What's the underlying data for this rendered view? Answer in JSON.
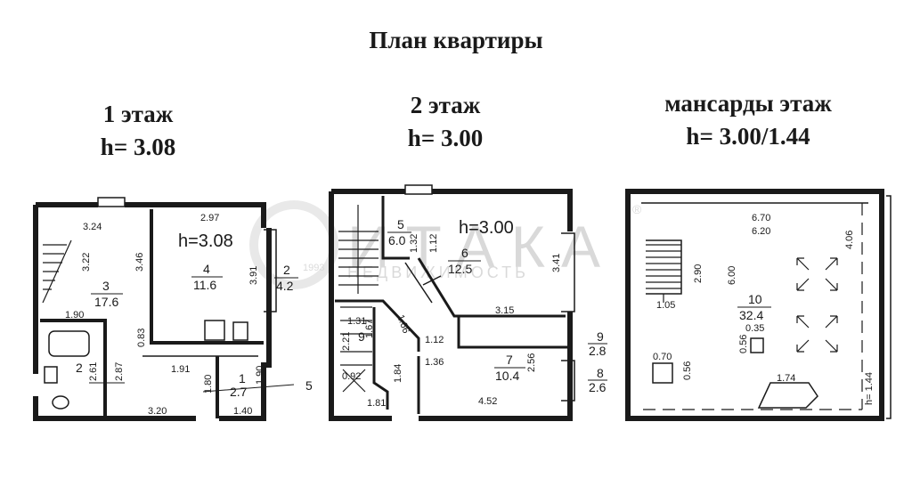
{
  "title": "План квартиры",
  "floors": [
    {
      "name": "1 этаж",
      "height": "h= 3.08",
      "ceiling": "h=3.08",
      "rooms": [
        {
          "no": "3",
          "area": "17.6"
        },
        {
          "no": "4",
          "area": "11.6"
        },
        {
          "no": "2",
          "area": "4.2"
        },
        {
          "no": "2",
          "area": ""
        },
        {
          "no": "1",
          "area": "2.7"
        }
      ],
      "dims": [
        "3.24",
        "3.22",
        "3.46",
        "2.97",
        "3.91",
        "1.90",
        "0.83",
        "1.91",
        "2.61",
        "2.87",
        "1.80",
        "1.90",
        "3.20",
        "1.40"
      ],
      "outlet": "5"
    },
    {
      "name": "2 этаж",
      "height": "h= 3.00",
      "ceiling": "h=3.00",
      "rooms": [
        {
          "no": "5",
          "area": "6.0"
        },
        {
          "no": "6",
          "area": "12.5"
        },
        {
          "no": "9",
          "area": ""
        },
        {
          "no": "7",
          "area": "10.4"
        },
        {
          "no": "9",
          "area": "2.8"
        },
        {
          "no": "8",
          "area": "2.6"
        }
      ],
      "dims": [
        "1.32",
        "1.12",
        "3.41",
        "3.15",
        "1.31",
        "1.67",
        "1.66",
        "2.21",
        "1.12",
        "1.36",
        "2.56",
        "0.92",
        "1.84",
        "1.81",
        "4.52"
      ]
    },
    {
      "name": "мансарды этаж",
      "height": "h= 3.00/1.44",
      "rooms": [
        {
          "no": "10",
          "area": "32.4"
        }
      ],
      "dims": [
        "6.70",
        "6.20",
        "4.06",
        "2.90",
        "6.00",
        "1.05",
        "0.56",
        "0.35",
        "0.70",
        "0.56",
        "1.74"
      ],
      "side_height": "h= 1.44"
    }
  ],
  "watermark": {
    "brand": "ИТАКА",
    "sub": "НЕДВИЖИМОСТЬ",
    "year": "1993",
    "registered": "®"
  }
}
